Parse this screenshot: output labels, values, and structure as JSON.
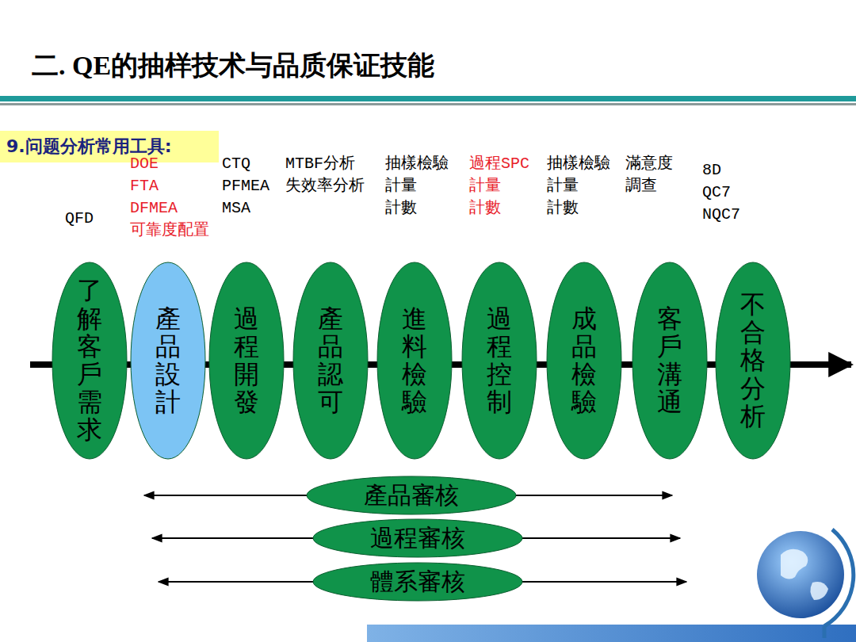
{
  "diagram": {
    "title": "二. QE的抽样技术与品质保证技能",
    "nodes": [
      {
        "text": [
          "9.问题分析常用工具:"
        ]
      },
      {
        "text": [
          "了解客戶需求"
        ]
      },
      {
        "text": [
          "產品設計"
        ]
      },
      {
        "text": [
          "過程開發"
        ]
      },
      {
        "text": [
          "產品認可"
        ]
      },
      {
        "text": [
          "進料檢驗"
        ]
      },
      {
        "text": [
          "過程控制"
        ]
      },
      {
        "text": [
          "成品檢驗"
        ]
      },
      {
        "text": [
          "客戶溝通"
        ]
      },
      {
        "text": [
          "不合格分析"
        ]
      },
      {
        "text": [
          "產品審核"
        ]
      },
      {
        "text": [
          "過程審核"
        ]
      },
      {
        "text": [
          "體系審核"
        ]
      }
    ],
    "labels": [
      "QFD",
      "DOE",
      "FTA",
      "DFMEA",
      "可靠度配置",
      "CTQ",
      "PFMEA",
      "MSA",
      "MTBF分析",
      "失效率分析",
      "抽樣檢驗",
      "計量",
      "計數",
      "過程SPC",
      "計量",
      "計數",
      "抽樣檢驗",
      "計量",
      "計數",
      "滿意度 調查",
      "8D",
      "QC7",
      "NQC7"
    ]
  }
}
